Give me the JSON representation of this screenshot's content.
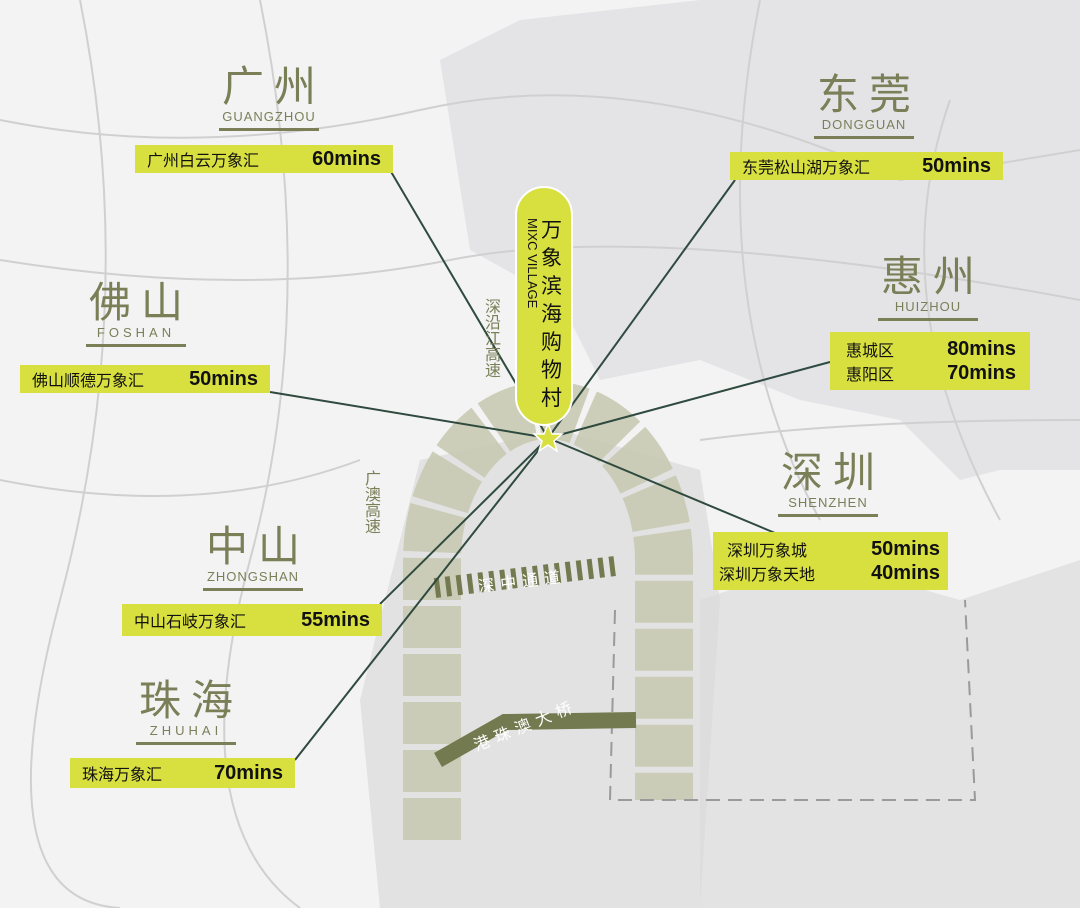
{
  "destination": {
    "name_cn": "万象滨海购物村",
    "name_en": "MIXC VILLAGE",
    "marker_icon": "star-icon"
  },
  "highways": {
    "shenyanjiang": "深沿江高速",
    "guangao": "广澳高速",
    "shenzhong": "深中通道",
    "hzmb": "港珠澳大桥"
  },
  "colors": {
    "accent": "#d8e040",
    "city_text": "#7a7f57",
    "line": "#2f4a3e",
    "band": "#c8cab4",
    "route": "#737a4f"
  },
  "cities": [
    {
      "id": "guangzhou",
      "cn": "广州",
      "en": "GUANGZHOU",
      "items": [
        {
          "place": "广州白云万象汇",
          "time": "60mins"
        }
      ]
    },
    {
      "id": "dongguan",
      "cn": "东莞",
      "en": "DONGGUAN",
      "items": [
        {
          "place": "东莞松山湖万象汇",
          "time": "50mins"
        }
      ]
    },
    {
      "id": "foshan",
      "cn": "佛山",
      "en": "FOSHAN",
      "items": [
        {
          "place": "佛山顺德万象汇",
          "time": "50mins"
        }
      ]
    },
    {
      "id": "huizhou",
      "cn": "惠州",
      "en": "HUIZHOU",
      "items": [
        {
          "place": "惠城区",
          "time": "80mins"
        },
        {
          "place": "惠阳区",
          "time": "70mins"
        }
      ]
    },
    {
      "id": "shenzhen",
      "cn": "深圳",
      "en": "SHENZHEN",
      "items": [
        {
          "place": "深圳万象城",
          "time": "50mins"
        },
        {
          "place": "深圳万象天地",
          "time": "40mins"
        }
      ]
    },
    {
      "id": "zhongshan",
      "cn": "中山",
      "en": "ZHONGSHAN",
      "items": [
        {
          "place": "中山石岐万象汇",
          "time": "55mins"
        }
      ]
    },
    {
      "id": "zhuhai",
      "cn": "珠海",
      "en": "ZHUHAI",
      "items": [
        {
          "place": "珠海万象汇",
          "time": "70mins"
        }
      ]
    }
  ]
}
